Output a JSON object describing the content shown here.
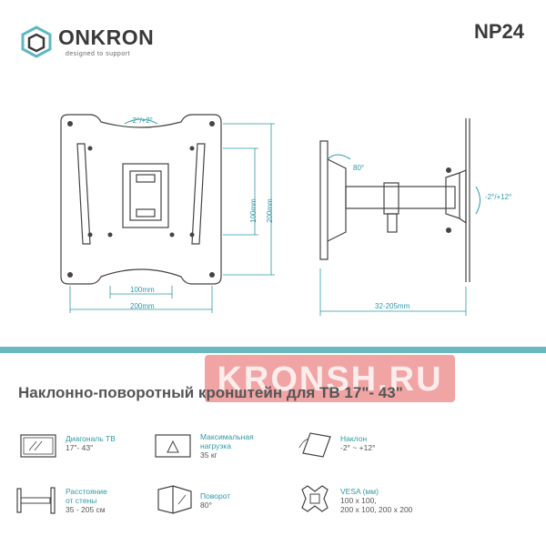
{
  "brand": {
    "name": "ONKRON",
    "tagline": "designed to support"
  },
  "model": "NP24",
  "front_view": {
    "rotation_label": "-2°/+2°",
    "dim_100h": "100mm",
    "dim_100v": "100mm",
    "dim_200h": "200mm",
    "dim_200v": "200mm"
  },
  "side_view": {
    "swivel_label": "80°",
    "tilt_label": "-2°/+12°",
    "distance_label": "32-205mm"
  },
  "title": "Наклонно-поворотный кронштейн для ТВ 17\"- 43\"",
  "watermark": "KRONSH.RU",
  "specs": [
    {
      "label_lines": [
        "Диагональ ТВ"
      ],
      "value_lines": [
        "17\"- 43\""
      ]
    },
    {
      "label_lines": [
        "Максимальная",
        "нагрузка"
      ],
      "value_lines": [
        "35 кг"
      ]
    },
    {
      "label_lines": [
        "Наклон"
      ],
      "value_lines": [
        "-2° ~ +12°"
      ]
    },
    {
      "label_lines": [
        "Расстояние",
        "от стены"
      ],
      "value_lines": [
        "35 - 205 см"
      ]
    },
    {
      "label_lines": [
        "Поворот"
      ],
      "value_lines": [
        "80°"
      ]
    },
    {
      "label_lines": [
        "VESA (мм)"
      ],
      "value_lines": [
        "100 x 100,",
        "200 x 100, 200 x 200"
      ]
    }
  ],
  "colors": {
    "accent": "#2e9aa5",
    "bar": "#6ab8c0",
    "text": "#555555",
    "line": "#444444"
  }
}
